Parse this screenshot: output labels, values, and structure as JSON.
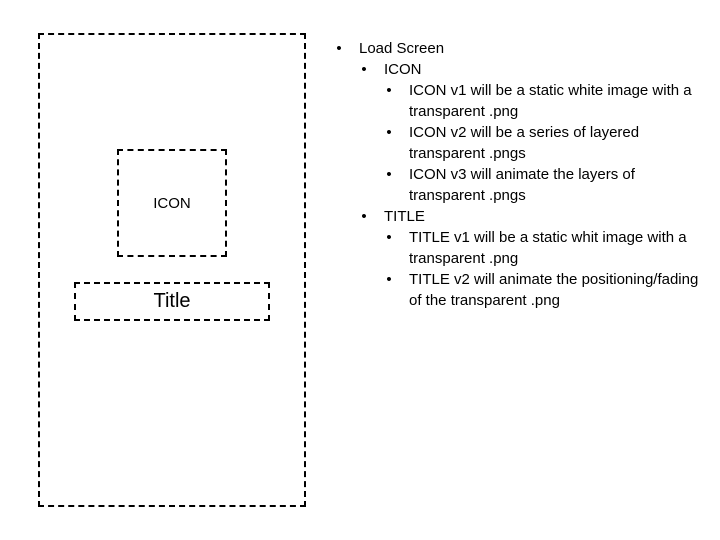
{
  "wireframe": {
    "icon_label": "ICON",
    "title_label": "Title"
  },
  "notes": {
    "item": "Load Screen",
    "sections": [
      {
        "label": "ICON",
        "items": [
          "ICON v1 will be a static white image with a transparent .png",
          "ICON v2 will be a series of layered transparent .pngs",
          "ICON v3 will animate the layers of transparent .pngs"
        ]
      },
      {
        "label": "TITLE",
        "items": [
          "TITLE v1 will be a static whit image with a transparent .png",
          "TITLE v2 will animate the positioning/fading of the transparent .png"
        ]
      }
    ]
  }
}
